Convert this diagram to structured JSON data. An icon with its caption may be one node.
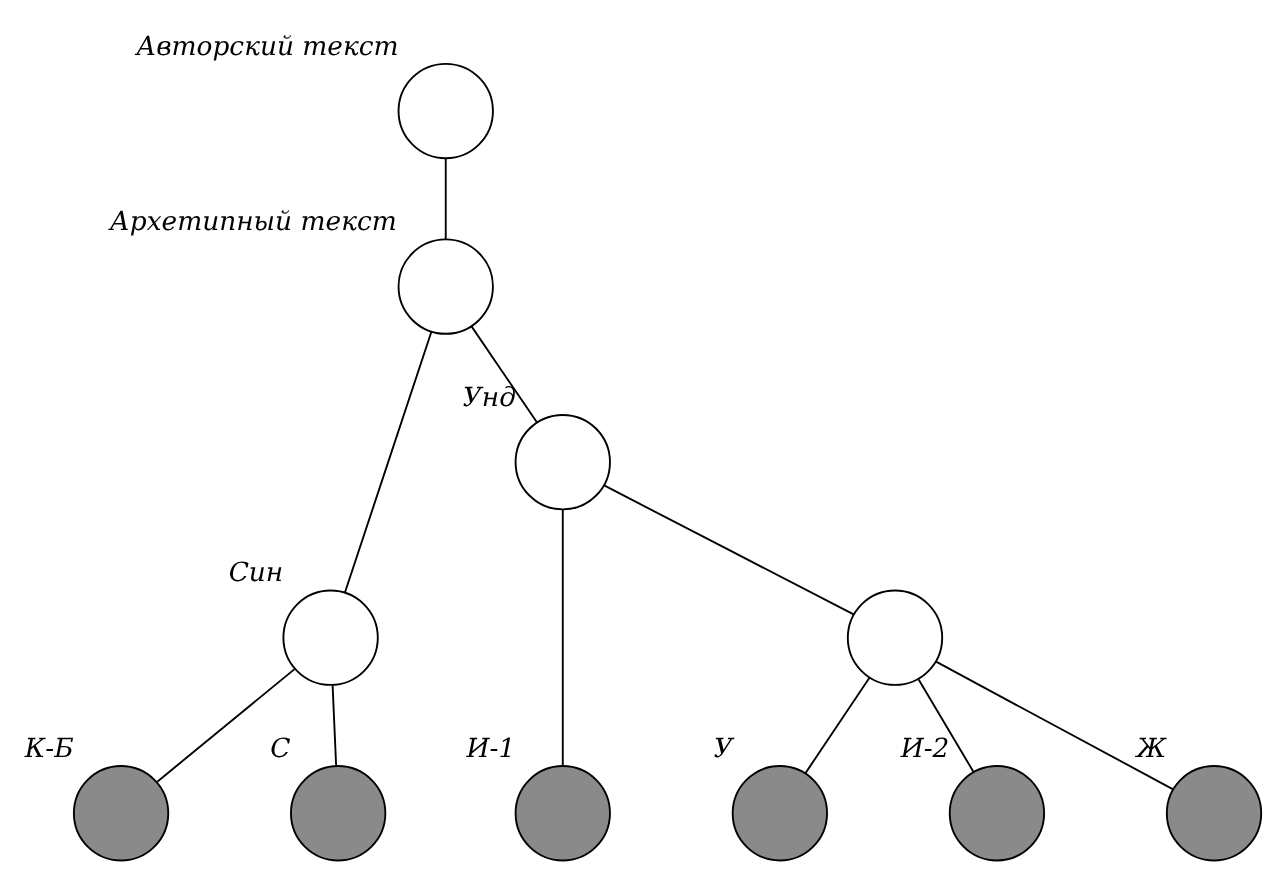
{
  "diagram": {
    "nodes": [
      {
        "text": [],
        "shape": "circle",
        "beside": [
          "Авторский текст"
        ]
      },
      {
        "text": [],
        "shape": "circle",
        "beside": [
          "Архетипный текст"
        ]
      },
      {
        "text": [],
        "shape": "circle",
        "beside": [
          "Син"
        ]
      },
      {
        "text": [],
        "shape": "circle",
        "beside": [
          "Унд"
        ]
      },
      {
        "text": [],
        "shape": "circle"
      },
      {
        "text": [],
        "shape": "circle",
        "beside": [
          "К-Б"
        ]
      },
      {
        "text": [],
        "shape": "circle",
        "beside": [
          "С"
        ]
      },
      {
        "text": [],
        "shape": "circle",
        "beside": [
          "И-1"
        ]
      },
      {
        "text": [],
        "shape": "circle",
        "beside": [
          "У"
        ]
      },
      {
        "text": [],
        "shape": "circle",
        "beside": [
          "И-2"
        ]
      },
      {
        "text": [],
        "shape": "circle",
        "beside": [
          "Ж"
        ]
      }
    ],
    "edges": [
      {
        "from": 0,
        "to": 1,
        "arrow": "none"
      },
      {
        "from": 1,
        "to": 2,
        "arrow": "none"
      },
      {
        "from": 1,
        "to": 3,
        "arrow": "none"
      },
      {
        "from": 2,
        "to": 5,
        "arrow": "none"
      },
      {
        "from": 2,
        "to": 6,
        "arrow": "none"
      },
      {
        "from": 3,
        "to": 7,
        "arrow": "none"
      },
      {
        "from": 3,
        "to": 4,
        "arrow": "none"
      },
      {
        "from": 4,
        "to": 8,
        "arrow": "none"
      },
      {
        "from": 4,
        "to": 9,
        "arrow": "none"
      },
      {
        "from": 4,
        "to": 10,
        "arrow": "none"
      }
    ]
  }
}
